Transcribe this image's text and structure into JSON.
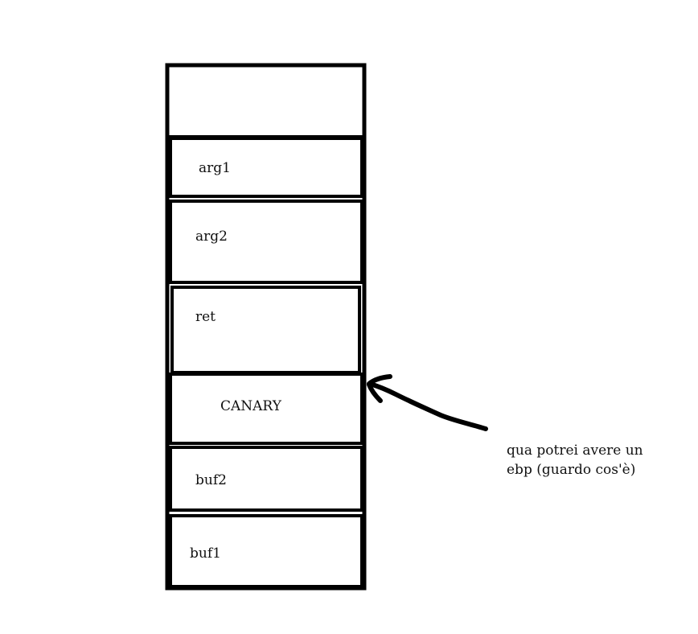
{
  "diagram": {
    "cells": [
      {
        "id": "top",
        "label": ""
      },
      {
        "id": "arg1",
        "label": "arg1"
      },
      {
        "id": "arg2",
        "label": "arg2"
      },
      {
        "id": "ret",
        "label": "ret"
      },
      {
        "id": "canary",
        "label": "CANARY"
      },
      {
        "id": "buf2",
        "label": "buf2"
      },
      {
        "id": "buf1",
        "label": "buf1"
      }
    ],
    "note": {
      "line1": "qua potrei avere un",
      "line2": "ebp (guardo cos'è)"
    },
    "colors": {
      "stroke": "#000000",
      "background": "#ffffff"
    },
    "icons": {
      "arrow": "hand-drawn-arrow-left"
    }
  }
}
